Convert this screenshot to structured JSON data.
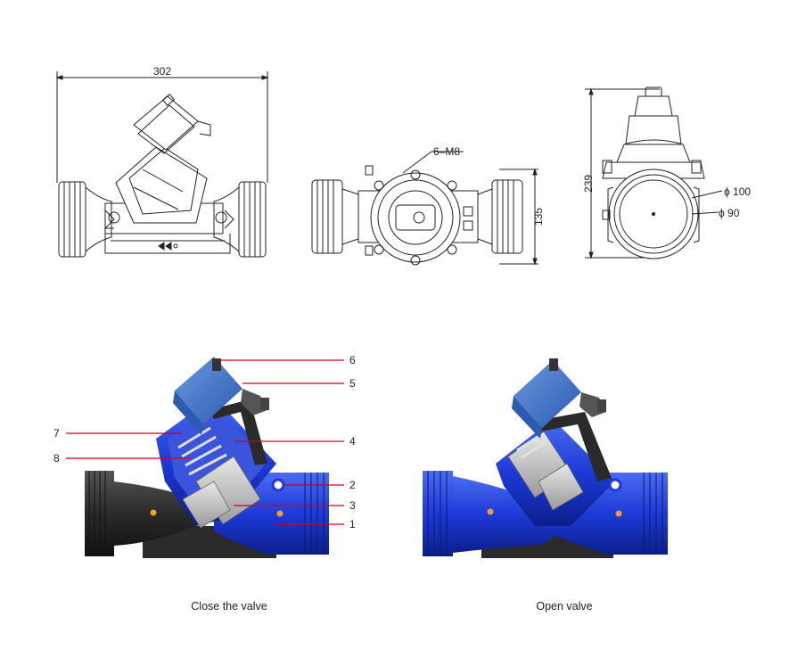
{
  "dimensions": {
    "width": "302",
    "height_side": "135",
    "height_end": "239",
    "bolts": "6–M8",
    "outer_diameter": "ϕ 100",
    "inner_diameter": "ϕ 90"
  },
  "callouts": [
    "1",
    "2",
    "3",
    "4",
    "5",
    "6",
    "7",
    "8"
  ],
  "captions": {
    "closed": "Close the valve",
    "open": "Open valve"
  },
  "colors": {
    "line": "#222222",
    "callout_line": "#d0021b",
    "body_blue": "#1f3fd6",
    "body_dark": "#2a2a2a",
    "actuator_blue": "#3a6fc8"
  }
}
